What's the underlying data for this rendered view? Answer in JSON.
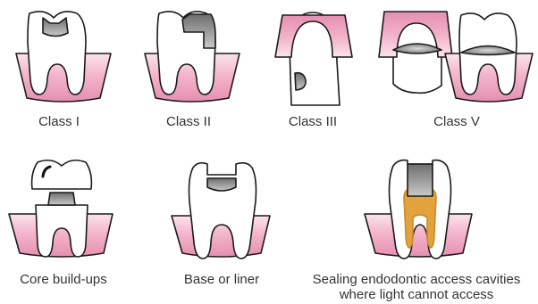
{
  "labels": {
    "class_i": "Class I",
    "class_ii": "Class II",
    "class_iii": "Class III",
    "class_v": "Class V",
    "core_build_ups": "Core build-ups",
    "base_or_liner": "Base or liner",
    "sealing_line1": "Sealing endodontic access cavities",
    "sealing_line2": "where light cannot access"
  },
  "colors": {
    "gum": "#f3b5cb",
    "gum_light": "#fbe3ec",
    "outline": "#1a1a1a",
    "filling": "#9a9a9a",
    "pulp": "#e3a23c",
    "text": "#333333"
  }
}
